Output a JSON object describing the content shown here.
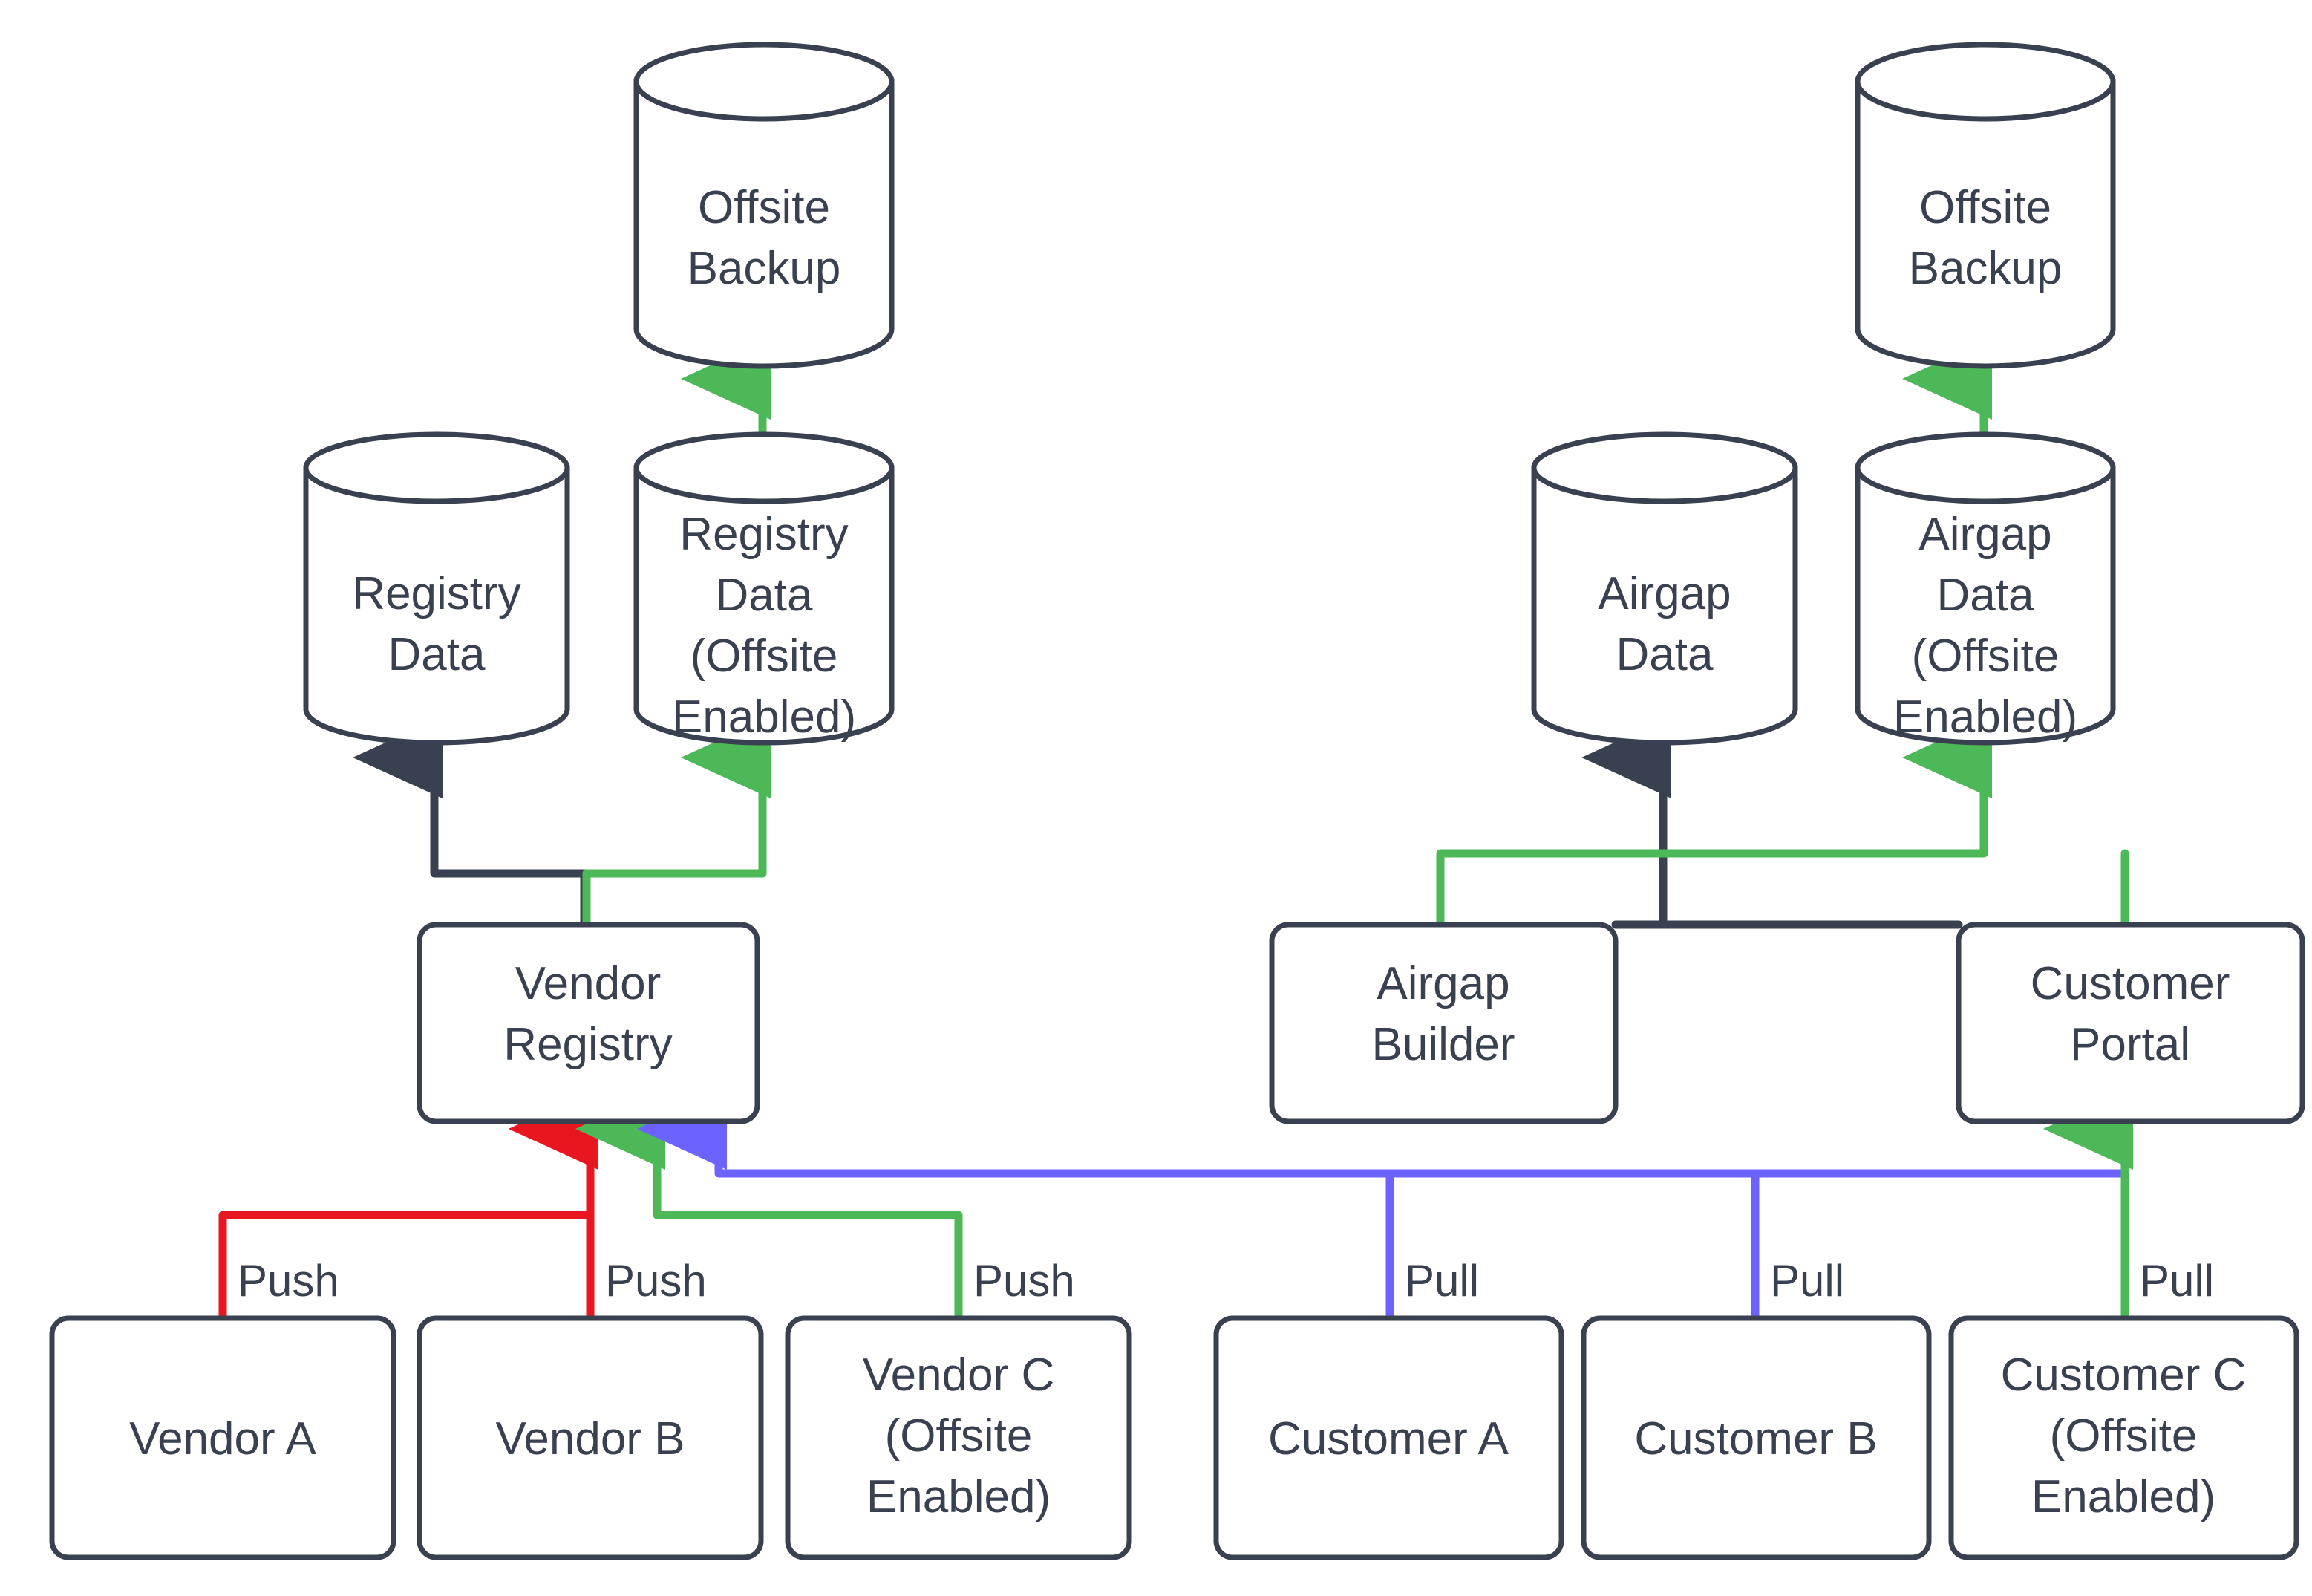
{
  "diagram": {
    "title": "Vendor Registry and Customer Portal Offsite Backup Flow",
    "colors": {
      "stroke": "#39404f",
      "text": "#39404f",
      "background": "#ffffff",
      "push_primary": "#e8171f",
      "push_offsite": "#4cb857",
      "pull_primary": "#6c63ff",
      "pull_offsite": "#4cb857",
      "offsite": "#4cb857",
      "default_link": "#39404f"
    },
    "left_cluster": {
      "offsite_backup": "Offsite\nBackup",
      "offsite_backup_lines": [
        "Offsite",
        "Backup"
      ],
      "registry_data_lines": [
        "Registry",
        "Data"
      ],
      "registry_data_offsite_lines": [
        "Registry",
        "Data",
        "(Offsite",
        "Enabled)"
      ],
      "vendor_registry_lines": [
        "Vendor",
        "Registry"
      ],
      "vendors": [
        {
          "lines": [
            "Vendor A"
          ],
          "edge_label": "Push",
          "edge_color": "#e8171f"
        },
        {
          "lines": [
            "Vendor B"
          ],
          "edge_label": "Push",
          "edge_color": "#e8171f"
        },
        {
          "lines": [
            "Vendor C",
            "(Offsite",
            "Enabled)"
          ],
          "edge_label": "Push",
          "edge_color": "#4cb857"
        }
      ]
    },
    "right_cluster": {
      "offsite_backup_lines": [
        "Offsite",
        "Backup"
      ],
      "airgap_data_lines": [
        "Airgap",
        "Data"
      ],
      "airgap_data_offsite_lines": [
        "Airgap",
        "Data",
        "(Offsite",
        "Enabled)"
      ],
      "airgap_builder_lines": [
        "Airgap",
        "Builder"
      ],
      "customer_portal_lines": [
        "Customer",
        "Portal"
      ],
      "customers": [
        {
          "lines": [
            "Customer A"
          ],
          "edge_label": "Pull",
          "edge_color": "#6c63ff"
        },
        {
          "lines": [
            "Customer B"
          ],
          "edge_label": "Pull",
          "edge_color": "#6c63ff"
        },
        {
          "lines": [
            "Customer C",
            "(Offsite",
            "Enabled)"
          ],
          "edge_label": "Pull",
          "edge_color": "#4cb857"
        }
      ]
    },
    "labels": {
      "offsite_backup_left_l1": "Offsite",
      "offsite_backup_left_l2": "Backup",
      "registry_data_l1": "Registry",
      "registry_data_l2": "Data",
      "registry_data_offsite_l1": "Registry",
      "registry_data_offsite_l2": "Data",
      "registry_data_offsite_l3": "(Offsite",
      "registry_data_offsite_l4": "Enabled)",
      "vendor_registry_l1": "Vendor",
      "vendor_registry_l2": "Registry",
      "vendor_a": "Vendor A",
      "vendor_b": "Vendor B",
      "vendor_c_l1": "Vendor C",
      "vendor_c_l2": "(Offsite",
      "vendor_c_l3": "Enabled)",
      "push_a": "Push",
      "push_b": "Push",
      "push_c": "Push",
      "offsite_backup_right_l1": "Offsite",
      "offsite_backup_right_l2": "Backup",
      "airgap_data_l1": "Airgap",
      "airgap_data_l2": "Data",
      "airgap_data_offsite_l1": "Airgap",
      "airgap_data_offsite_l2": "Data",
      "airgap_data_offsite_l3": "(Offsite",
      "airgap_data_offsite_l4": "Enabled)",
      "airgap_builder_l1": "Airgap",
      "airgap_builder_l2": "Builder",
      "customer_portal_l1": "Customer",
      "customer_portal_l2": "Portal",
      "customer_a": "Customer A",
      "customer_b": "Customer B",
      "customer_c_l1": "Customer C",
      "customer_c_l2": "(Offsite",
      "customer_c_l3": "Enabled)",
      "pull_a": "Pull",
      "pull_b": "Pull",
      "pull_c": "Pull"
    }
  }
}
